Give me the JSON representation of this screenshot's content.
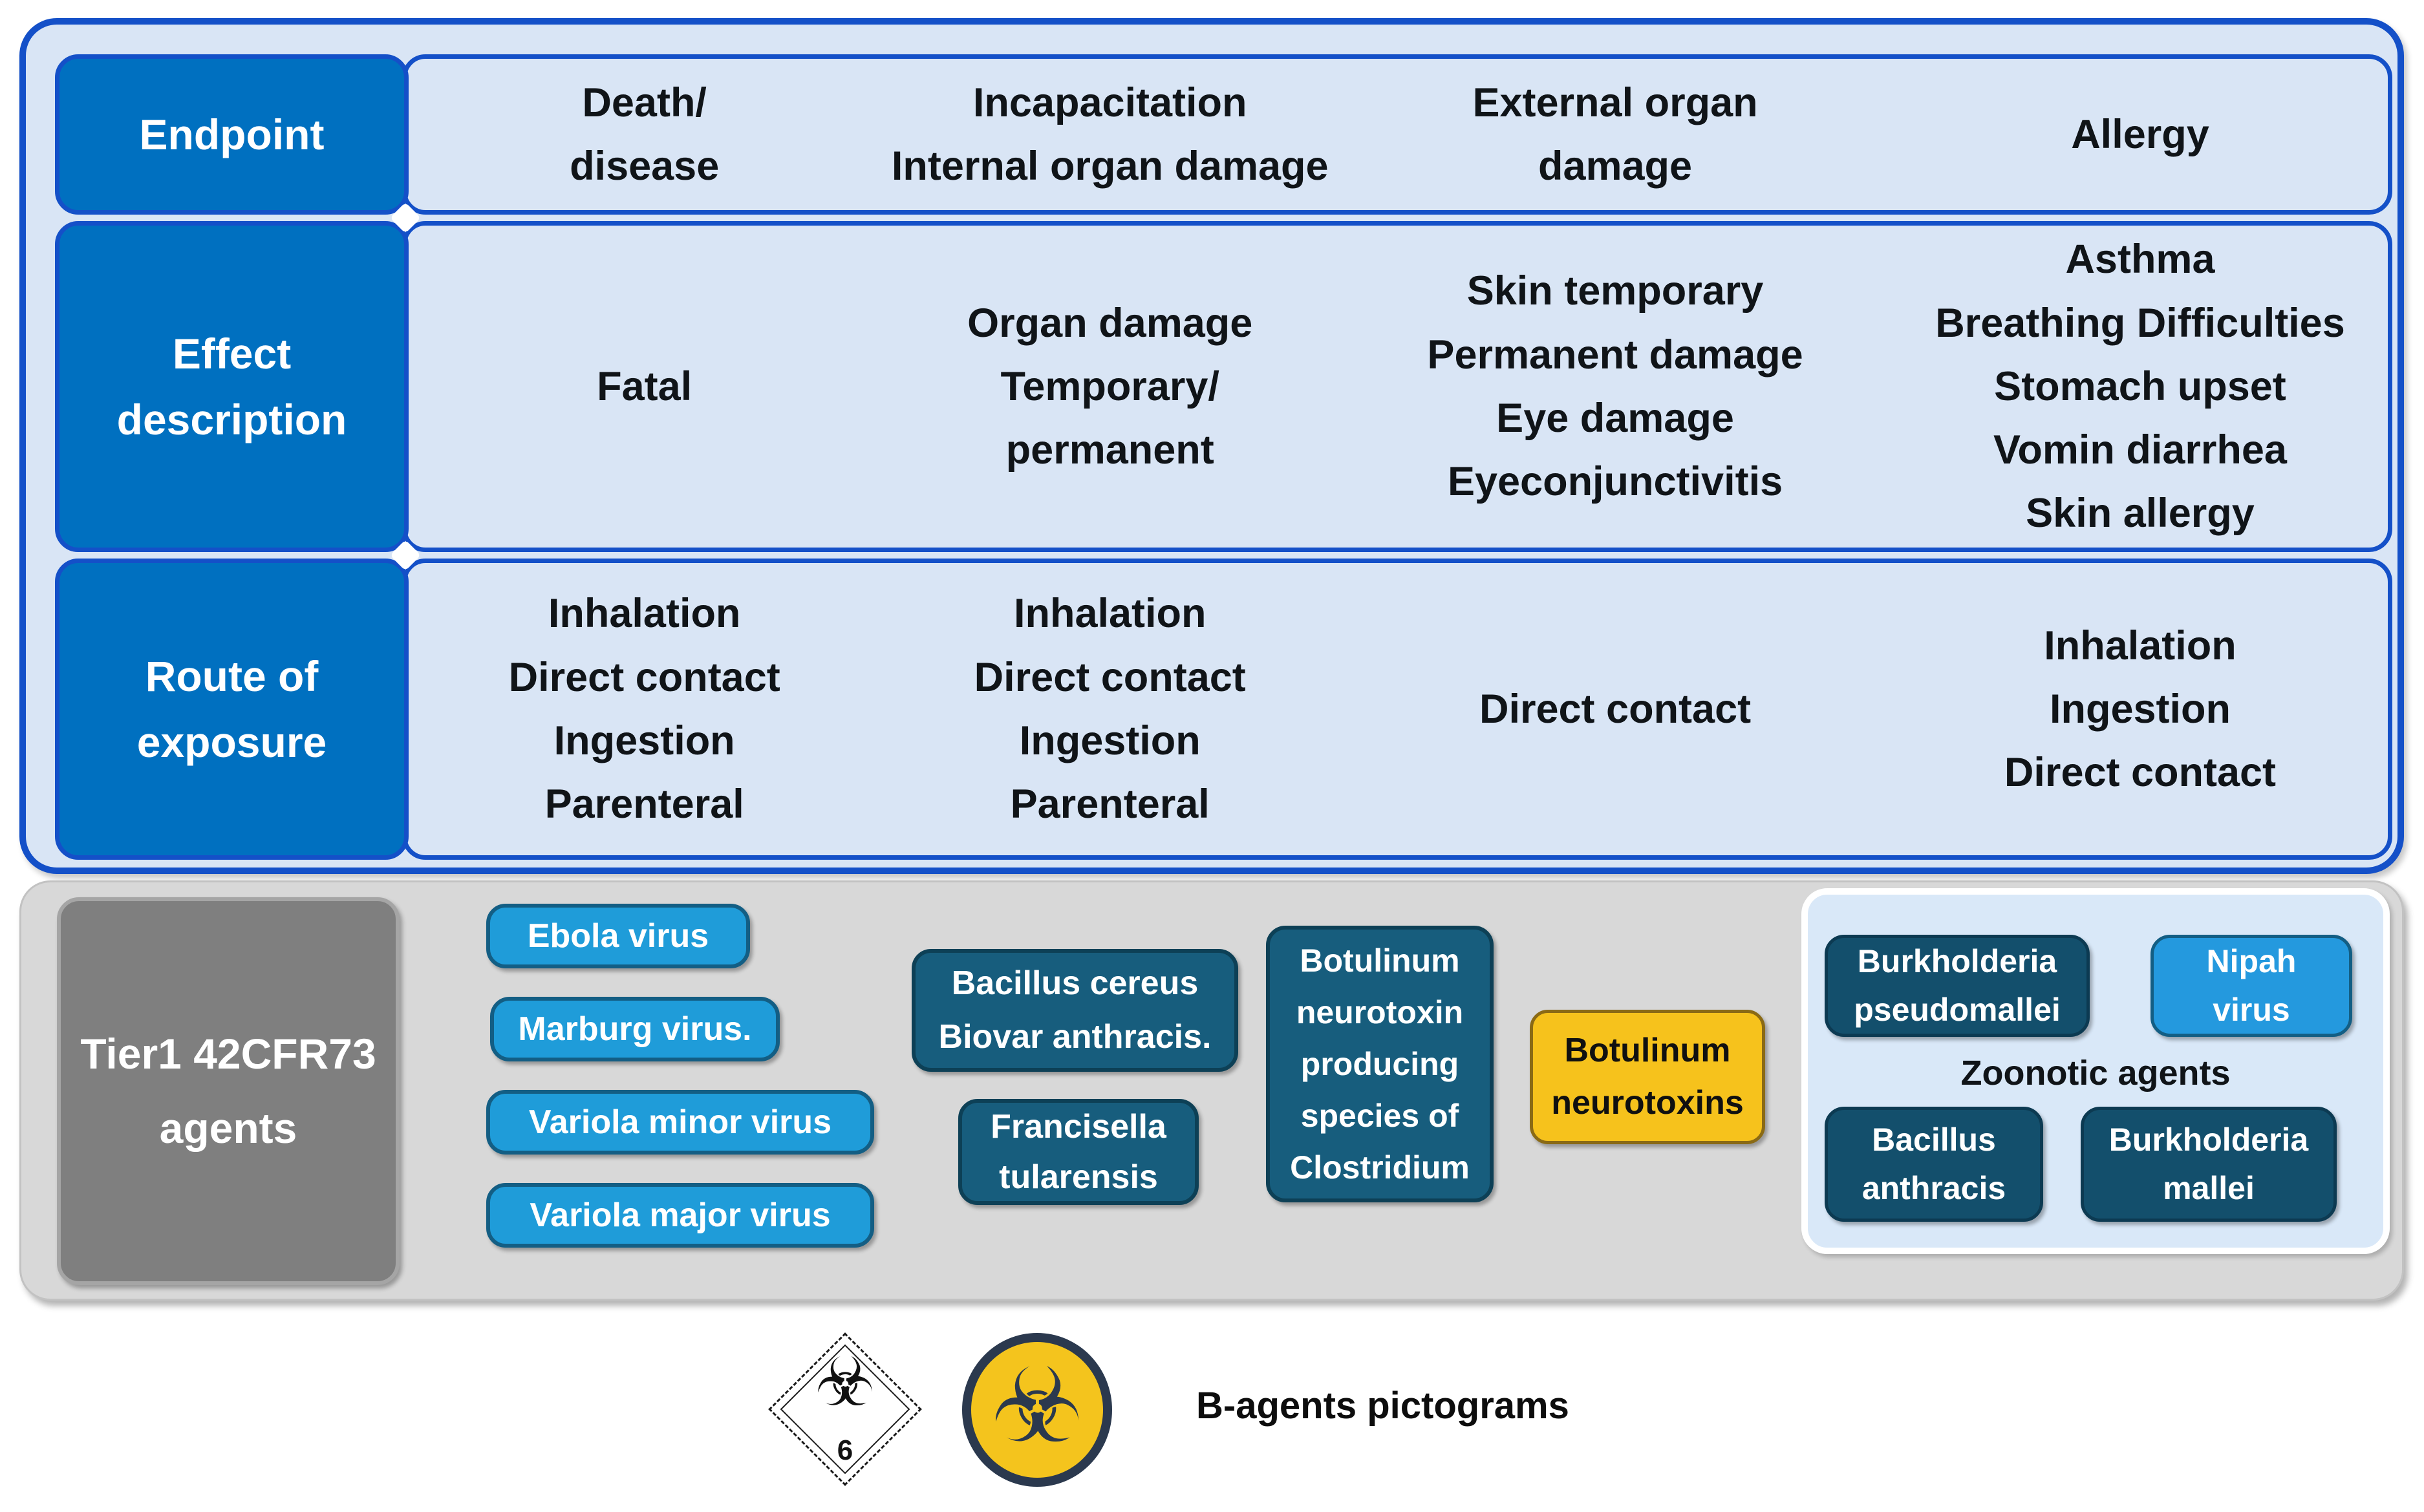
{
  "figure": {
    "matrix": {
      "rows": [
        {
          "label": "Endpoint",
          "cells": [
            "Death/\ndisease",
            "Incapacitation\nInternal organ damage",
            "External organ\ndamage",
            "Allergy"
          ]
        },
        {
          "label": "Effect\ndescription",
          "cells": [
            "Fatal",
            "Organ damage\nTemporary/\npermanent",
            "Skin temporary\nPermanent damage\nEye damage\nEyeconjunctivitis",
            "Asthma\nBreathing Difficulties\nStomach upset\nVomin diarrhea\nSkin allergy"
          ]
        },
        {
          "label": "Route of\nexposure",
          "cells": [
            "Inhalation\nDirect contact\nIngestion\nParenteral",
            "Inhalation\nDirect contact\nIngestion\nParenteral",
            "Direct contact",
            "Inhalation\nIngestion\nDirect contact"
          ]
        }
      ]
    },
    "agents_section": {
      "label": "Tier1 42CFR73\nagents",
      "viral_agents": [
        "Ebola virus",
        "Marburg virus.",
        "Variola minor virus",
        "Variola major virus"
      ],
      "bacterial_agents": [
        "Bacillus cereus\nBiovar anthracis.",
        "Francisella\ntularensis",
        "Botulinum\nneurotoxin\nproducing\nspecies of\nClostridium"
      ],
      "toxin_agent": "Botulinum\nneurotoxins",
      "zoonotic_group": {
        "title": "Zoonotic agents",
        "top_left": "Burkholderia\npseudomallei",
        "top_right": "Nipah\nvirus",
        "bottom_left": "Bacillus\nanthracis",
        "bottom_right": "Burkholderia\nmallei"
      }
    },
    "pictograms": {
      "caption": "B-agents pictograms",
      "biohazard_symbol": "☣",
      "diamond_class_number": "6"
    },
    "colors": {
      "header_blue": "#0070C0",
      "panel_border_blue": "#1450C8",
      "panel_light_blue": "#D9E5F5",
      "agent_blue": "#1F9CD9",
      "agent_teal": "#175D7D",
      "agent_dark_teal": "#134F6C",
      "nipah_blue": "#2499DE",
      "toxin_orange": "#F6C21C",
      "tier_gray": "#7F7F7F",
      "section_gray": "#D8D8D8",
      "pictogram_yellow": "#F4C41D",
      "pictogram_navy": "#2B394E"
    }
  }
}
